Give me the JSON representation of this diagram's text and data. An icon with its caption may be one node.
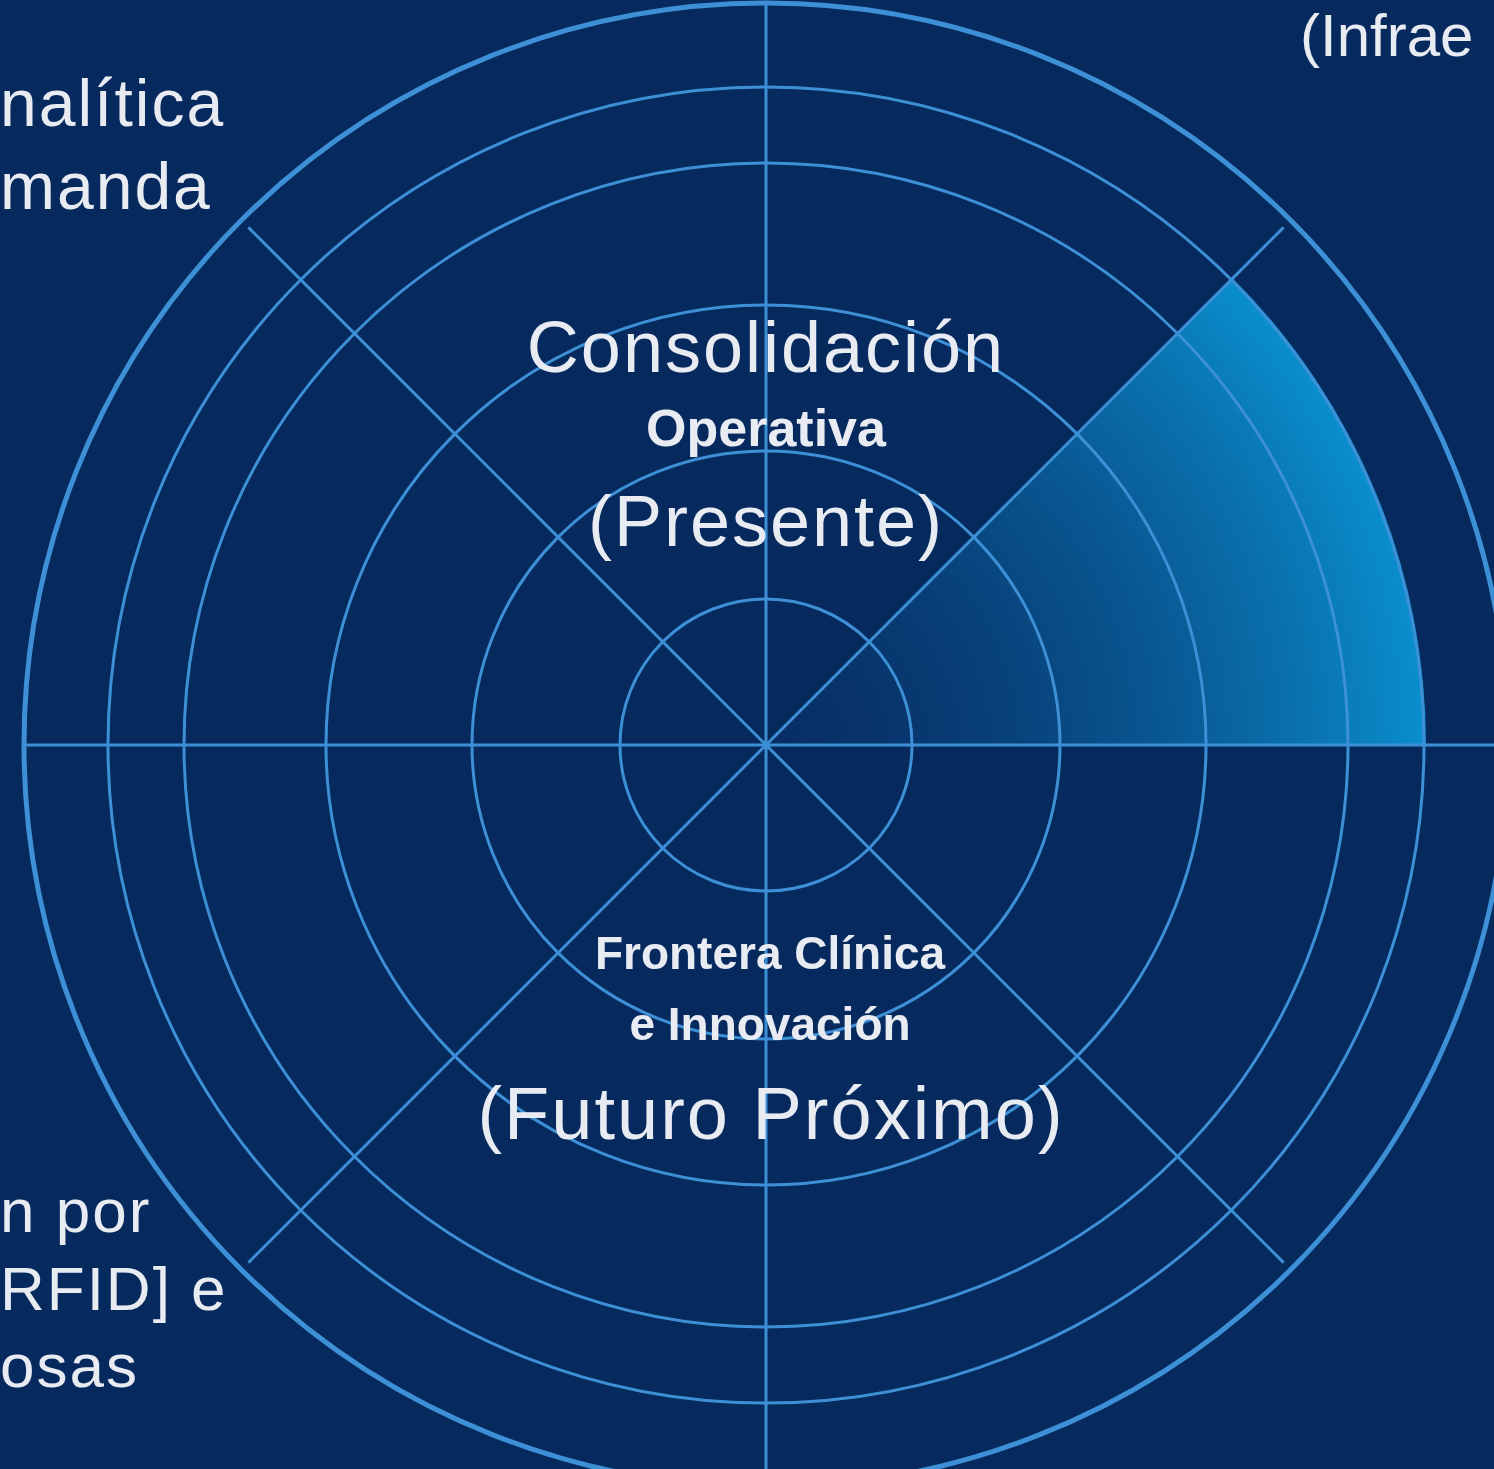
{
  "diagram": {
    "labels": [
      "nalítica manda",
      "(Infrae",
      "Consolidación",
      "Operativa",
      "(Presente)",
      "Frontera Clínica e Innovación",
      "(Futuro Próximo)",
      "n por RFID] e osas"
    ]
  }
}
